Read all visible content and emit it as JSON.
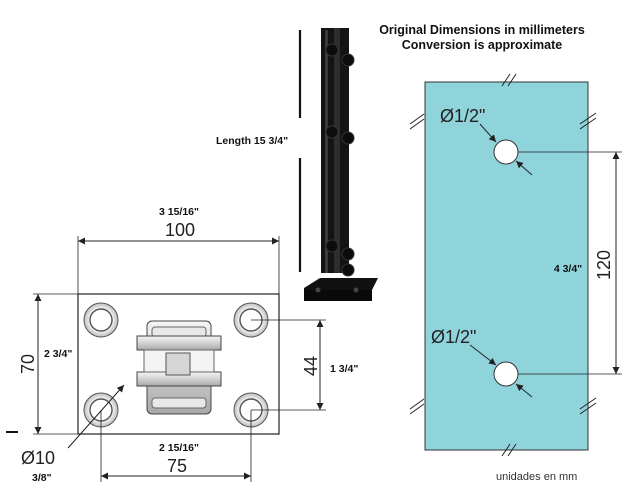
{
  "header": {
    "line1": "Original Dimensions in millimeters",
    "line2": "Conversion is approximate"
  },
  "post": {
    "length_label": "Length 15 3/4\""
  },
  "base_plate": {
    "width_mm": "100",
    "width_in": "3 15/16\"",
    "height_mm": "70",
    "height_in": "2 3/4\"",
    "hole_spacing_x_mm": "75",
    "hole_spacing_x_in": "2 15/16\"",
    "hole_spacing_y_mm": "44",
    "hole_spacing_y_in": "1 3/4\"",
    "hole_diameter_mm": "Ø10",
    "hole_diameter_in": "3/8\""
  },
  "glass_panel": {
    "hole1_label": "Ø1/2\"",
    "hole2_label": "Ø1/2\"",
    "hole_spacing_mm": "120",
    "hole_spacing_in": "4 3/4\"",
    "panel_color": "#8fd3db"
  },
  "footer": {
    "units_note": "unidades en mm"
  },
  "colors": {
    "line": "#222222",
    "post": "#111111"
  }
}
